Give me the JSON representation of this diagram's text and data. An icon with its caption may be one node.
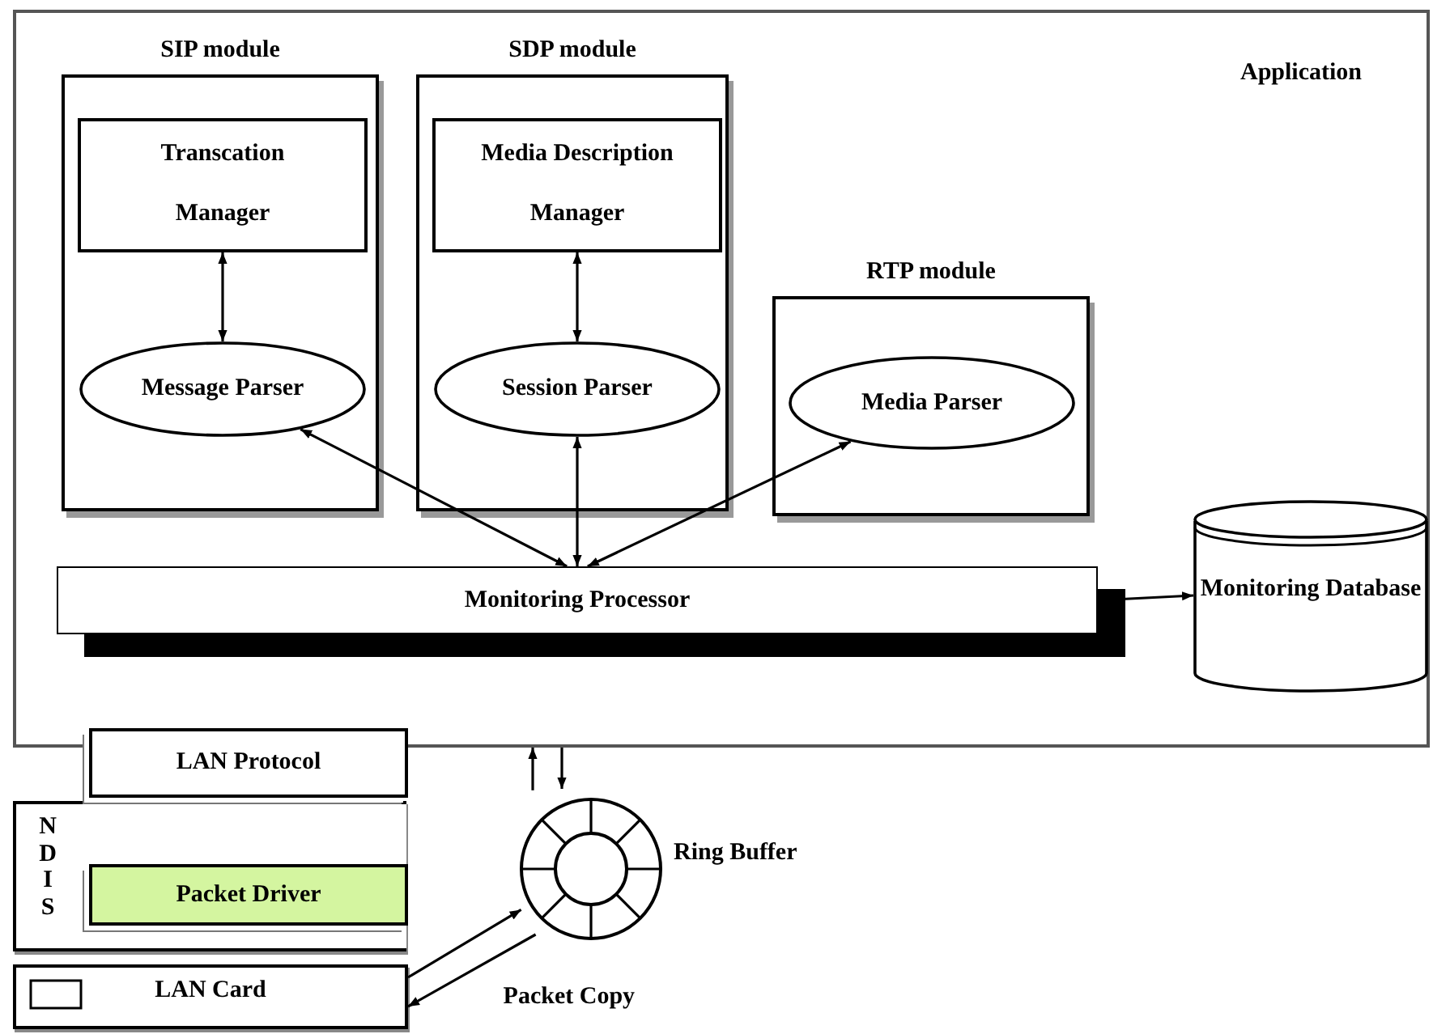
{
  "diagram": {
    "nodes": [
      {
        "text": [
          "Application"
        ]
      },
      {
        "text": [
          "SIP module"
        ],
        "in": 0
      },
      {
        "text": [
          "Transcation Manager"
        ],
        "in": 1
      },
      {
        "text": [
          "Message Parser"
        ],
        "in": 1
      },
      {
        "text": [
          "SDP module"
        ],
        "in": 0
      },
      {
        "text": [
          "Media Description Manager"
        ],
        "in": 4
      },
      {
        "text": [
          "Session Parser"
        ],
        "in": 4
      },
      {
        "text": [
          "RTP module"
        ],
        "in": 0
      },
      {
        "text": [
          "Media Parser"
        ],
        "in": 7
      },
      {
        "text": [
          "Monitoring Processor"
        ],
        "in": 0
      },
      {
        "text": [
          "Monitoring Database"
        ],
        "in": 0
      },
      {
        "text": [
          "NDIS"
        ]
      },
      {
        "text": [
          "LAN Protocol"
        ]
      },
      {
        "text": [
          "Packet Driver"
        ],
        "in": 11
      },
      {
        "text": [
          "LAN Card"
        ]
      },
      {
        "text": [],
        "shape": "circle",
        "beside": [
          "Ring Buffer"
        ]
      }
    ],
    "edges": [
      {
        "from": 2,
        "to": 3,
        "arrow": "both"
      },
      {
        "from": 5,
        "to": 6,
        "arrow": "both"
      },
      {
        "from": 9,
        "to": 3,
        "arrow": "both"
      },
      {
        "from": 9,
        "to": 6,
        "arrow": "both"
      },
      {
        "from": 9,
        "to": 8,
        "arrow": "both"
      },
      {
        "from": 9,
        "to": 10,
        "arrow": "both"
      },
      {
        "from": 15,
        "to": 0,
        "arrow": "to"
      },
      {
        "from": 0,
        "to": 15,
        "arrow": "to"
      },
      {
        "from": 14,
        "to": 15,
        "arrow": "to"
      },
      {
        "from": 15,
        "to": 14,
        "arrow": "to",
        "label": "Packet Copy"
      }
    ]
  }
}
